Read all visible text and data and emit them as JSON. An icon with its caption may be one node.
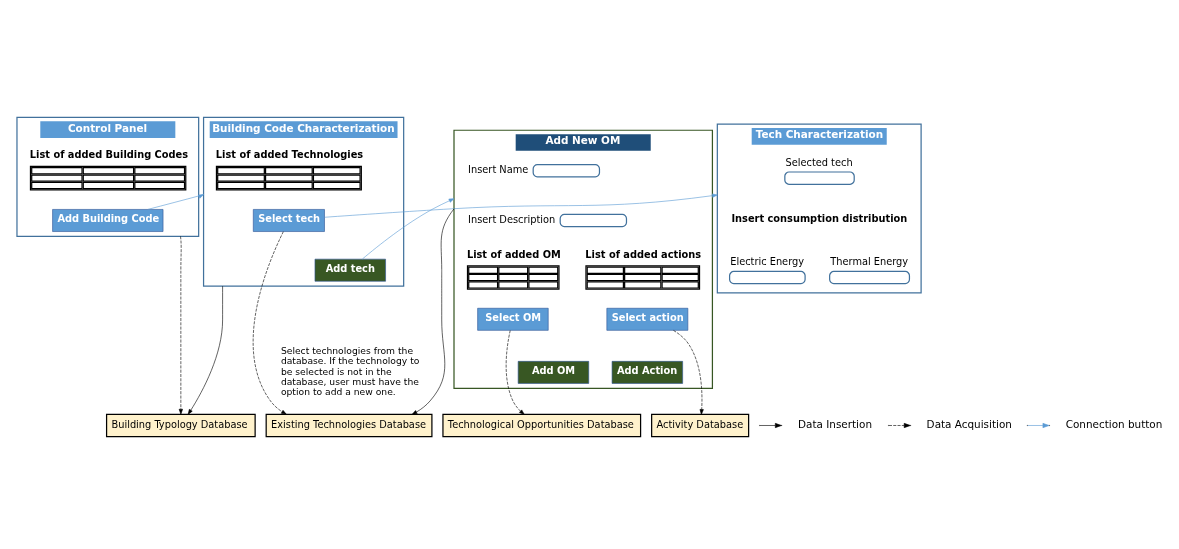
{
  "diagram": {
    "nodes": [
      {
        "text": [
          "Control Panel"
        ]
      },
      {
        "text": [
          "List of added Building Codes"
        ],
        "in": 0
      },
      {
        "text": [
          "Add Building Code"
        ],
        "in": 0
      },
      {
        "text": [
          "Building Code Characterization"
        ]
      },
      {
        "text": [
          "List of added Technologies"
        ],
        "in": 3
      },
      {
        "text": [
          "Select tech"
        ],
        "in": 3
      },
      {
        "text": [
          "Add tech"
        ],
        "in": 3
      },
      {
        "text": [
          "Tech Characterization"
        ]
      },
      {
        "text": [
          "Selected tech"
        ],
        "in": 7
      },
      {
        "text": [
          "Electric Energy"
        ],
        "in": 7
      },
      {
        "text": [
          "Thermal Energy"
        ],
        "in": 7
      },
      {
        "text": [
          "Add New OM"
        ]
      },
      {
        "text": [
          "Insert Name"
        ],
        "in": 11
      },
      {
        "text": [
          "Insert Description"
        ],
        "in": 11
      },
      {
        "text": [
          "List of added actions"
        ],
        "in": 11
      },
      {
        "text": [
          "List of added OM"
        ],
        "in": 11
      },
      {
        "text": [
          "Select action"
        ],
        "in": 11
      },
      {
        "text": [
          "Add Action"
        ],
        "in": 11
      },
      {
        "text": [
          "Select OM"
        ],
        "in": 11
      },
      {
        "text": [
          "Add OM"
        ],
        "in": 11
      },
      {
        "text": [
          "Building Typology Database"
        ]
      },
      {
        "text": [
          "Existing Technologies Database"
        ]
      },
      {
        "text": [
          "Activity Database"
        ]
      },
      {
        "text": [
          "Technological Opportunities Database"
        ]
      }
    ],
    "edges": [
      {
        "from": 2,
        "to": 3,
        "arrow": "to",
        "color": "#5b9bd5"
      },
      {
        "from": 5,
        "to": 7,
        "arrow": "to",
        "color": "#5b9bd5"
      },
      {
        "from": 6,
        "to": 11,
        "arrow": "to",
        "color": "#5b9bd5"
      },
      {
        "from": 0,
        "to": 20,
        "arrow": "to",
        "style": "dashed"
      },
      {
        "from": 3,
        "to": 20,
        "arrow": "to"
      },
      {
        "from": 5,
        "to": 21,
        "arrow": "to",
        "style": "dashed"
      },
      {
        "from": 11,
        "to": 21,
        "arrow": "to"
      },
      {
        "from": 16,
        "to": 22,
        "arrow": "to",
        "style": "dashed"
      },
      {
        "from": 18,
        "to": 23,
        "arrow": "to",
        "style": "dashed"
      }
    ],
    "labels": [
      "Insert consumption distribution",
      "Select technologies from the database. If the technology to be selected is not in the database, user must have the option to add a new one."
    ],
    "legend": [
      {
        "text": "Data Insertion"
      },
      {
        "text": "Data Acquisition"
      },
      {
        "text": "Connection button"
      }
    ]
  }
}
